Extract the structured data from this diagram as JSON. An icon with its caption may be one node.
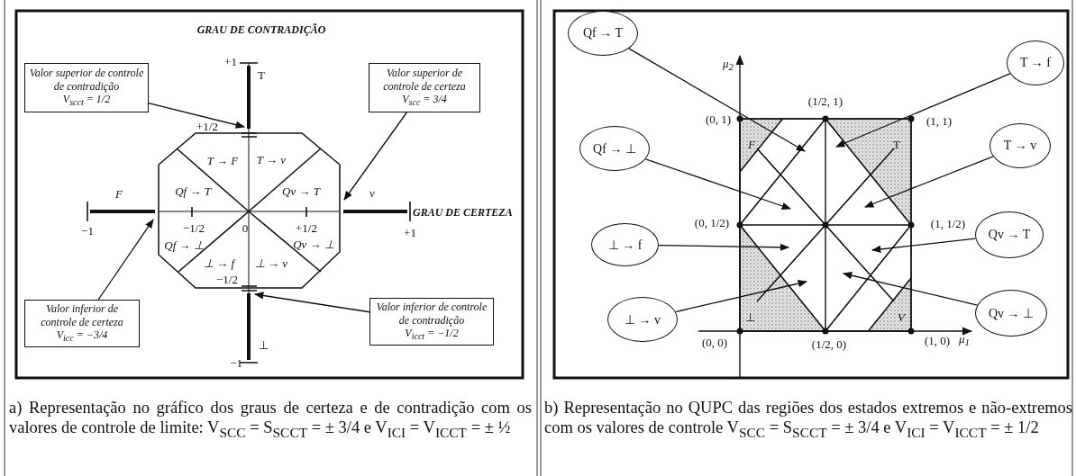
{
  "diagram": {
    "nodes": [
      {
        "text": [
          "Valor superior de controle de contradição",
          "V$_{scct}$ = 1/2"
        ]
      },
      {
        "text": [
          "Valor superior de controle de certeza",
          "V$_{scc}$ = 3/4"
        ]
      },
      {
        "text": [
          "Valor inferior de controle de certeza",
          "V$_{icc}$ = −3/4"
        ]
      },
      {
        "text": [
          "Valor inferior de controle de contradição",
          "V$_{icct}$ = −1/2"
        ]
      },
      {
        "text": [
          "Qf → T"
        ]
      },
      {
        "text": [
          "Qf → ⊥"
        ]
      },
      {
        "text": [
          "⊥ → f"
        ]
      },
      {
        "text": [
          "⊥ → v"
        ]
      },
      {
        "text": [
          "T → f"
        ]
      },
      {
        "text": [
          "T → v"
        ]
      },
      {
        "text": [
          "Qv → T"
        ]
      },
      {
        "text": [
          "Qv → ⊥"
        ]
      }
    ],
    "edges": [
      {
        "from": 0,
        "to": null,
        "arrow": "to"
      },
      {
        "from": 1,
        "to": null,
        "arrow": "to"
      },
      {
        "from": 2,
        "to": null,
        "arrow": "to"
      },
      {
        "from": 3,
        "to": null,
        "arrow": "to"
      },
      {
        "from": 4,
        "to": null,
        "arrow": "to"
      },
      {
        "from": 5,
        "to": null,
        "arrow": "to"
      },
      {
        "from": 6,
        "to": null,
        "arrow": "to"
      },
      {
        "from": 7,
        "to": null,
        "arrow": "to"
      },
      {
        "from": 8,
        "to": null,
        "arrow": "to"
      },
      {
        "from": 9,
        "to": null,
        "arrow": "to"
      },
      {
        "from": 10,
        "to": null,
        "arrow": "to"
      },
      {
        "from": 11,
        "to": null,
        "arrow": "to"
      }
    ],
    "labels": [
      "GRAU DE CONTRADIÇÃO",
      "+1",
      "T",
      "+1/2",
      "T → F",
      "T → v",
      "F",
      "Qf → T",
      "Qv → T",
      "v",
      "GRAU DE CERTEZA",
      "−1",
      "−1/2",
      "0",
      "+1/2",
      "+1",
      "Qf → ⊥",
      "Qv → ⊥",
      "⊥ → f",
      "⊥ → v",
      "−1/2",
      "⊥",
      "−1",
      "μ$_{2}$",
      "(1/2, 1)",
      "(0, 1)",
      "(1, 1)",
      "F",
      "T",
      "(0, 1/2)",
      "(1, 1/2)",
      "⊥",
      "V",
      "(0, 0)",
      "(1/2, 0)",
      "(1, 0)",
      "μ$_{1}$",
      "a) Representação no gráfico dos graus de certeza e de contradição com os valores de controle de limite: V$_{SCC}$ = S$_{SCCT}$ = ± 3/4 e V$_{ICI}$ = V$_{ICCT}$ = ± ½",
      "b) Representação no QUPC das regiões dos estados extremos e não-extremos com os valores de controle V$_{SCC}$ = S$_{SCCT}$ = ± 3/4  e V$_{ICI}$ = V$_{ICCT}$ = ± 1/2"
    ]
  }
}
